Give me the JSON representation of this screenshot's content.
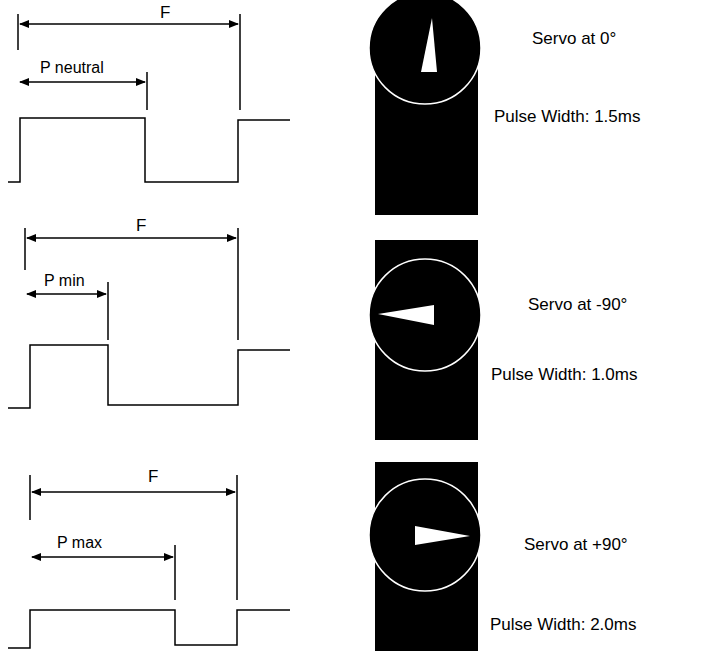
{
  "diagram": {
    "labels": [
      "F",
      "P neutral",
      "Servo at 0°",
      "Pulse Width: 1.5ms",
      "F",
      "P min",
      "Servo at -90°",
      "Pulse Width: 1.0ms",
      "F",
      "P max",
      "Servo at +90°",
      "Pulse Width: 2.0ms"
    ]
  }
}
